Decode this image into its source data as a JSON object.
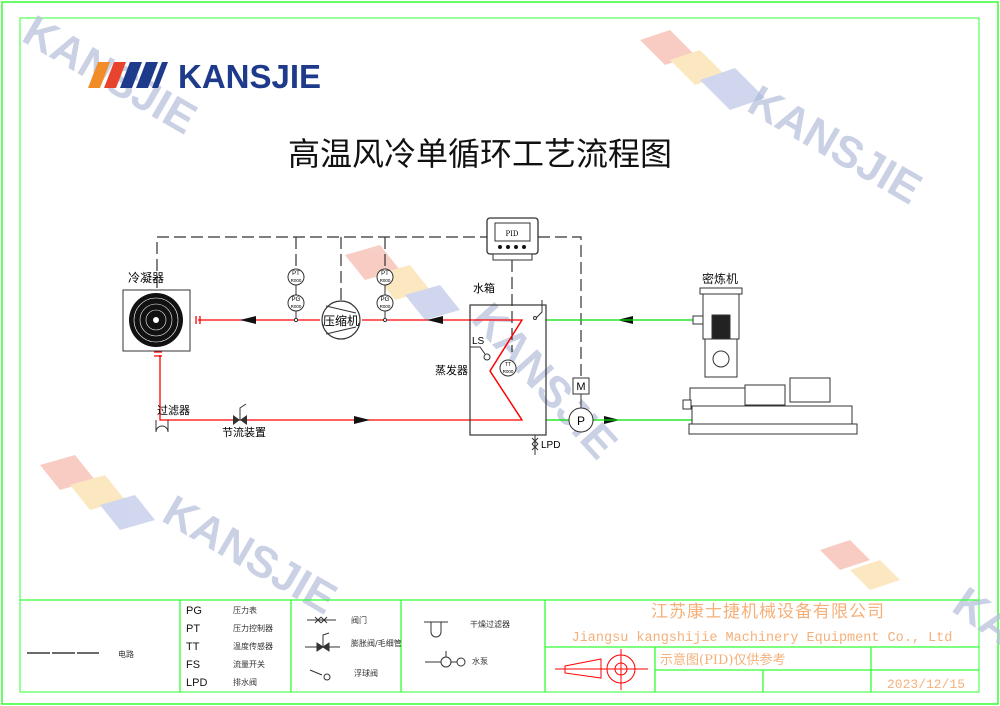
{
  "logo": {
    "text": "KANSJIE"
  },
  "title": "高温风冷单循环工艺流程图",
  "watermark": "KANSJIE",
  "diagram": {
    "condenser": "冷凝器",
    "compressor": "压缩机",
    "filter": "过滤器",
    "throttle": "节流装置",
    "water_tank": "水箱",
    "evaporator": "蒸发器",
    "mixer": "密炼机",
    "pid_label": "PID",
    "ls": "LS",
    "lpd": "LPD",
    "pt": "PT",
    "pg": "PG",
    "tt": "TT",
    "gauge_value": "R000",
    "motor": "M",
    "pump": "P"
  },
  "legend": {
    "line_label": "电路",
    "abbreviations": [
      {
        "code": "PG",
        "desc": "压力表"
      },
      {
        "code": "PT",
        "desc": "压力控制器"
      },
      {
        "code": "TT",
        "desc": "温度传感器"
      },
      {
        "code": "FS",
        "desc": "流量开关"
      },
      {
        "code": "LPD",
        "desc": "排水阀"
      }
    ],
    "symbols": [
      {
        "desc": "阀门"
      },
      {
        "desc": "膨胀阀/毛细管"
      },
      {
        "desc": "浮球阀"
      },
      {
        "desc": "干燥过滤器"
      },
      {
        "desc": "水泵"
      }
    ]
  },
  "title_block": {
    "company_cn": "江苏康士捷机械设备有限公司",
    "company_en": "Jiangsu kangshijie Machinery Equipment Co., Ltd",
    "note": "示意图(PID)仅供参考",
    "date": "2023/12/15"
  },
  "colors": {
    "refrigerant": "#ff0000",
    "water": "#00e000",
    "frame": "#33ff33",
    "brand": "#1e3a8a",
    "titleblock_text": "#f5b07a"
  }
}
